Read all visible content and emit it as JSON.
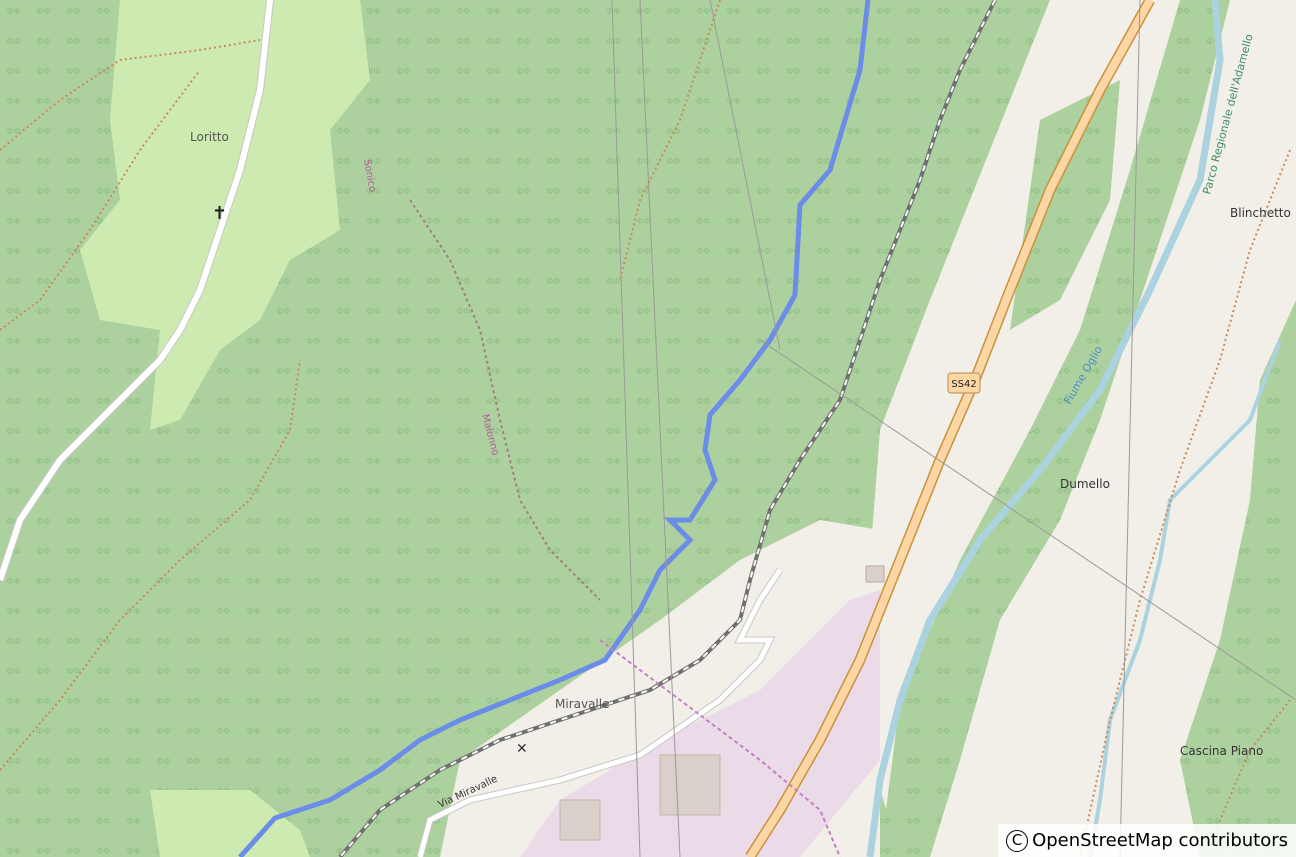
{
  "map": {
    "provider": "OpenStreetMap",
    "colors": {
      "forest": "#add19e",
      "meadow": "#cdebb0",
      "residential": "#f2efe9",
      "industrial": "#ebdbe8",
      "river": "#aad3df",
      "motorway_primary": "#fcd6a4",
      "waterway_blue_route": "#6b8ce8",
      "railway": "#707070",
      "path": "#c98a55"
    },
    "labels": {
      "loritto": "Loritto",
      "sonico": "Sonico",
      "malonno": "Malonno",
      "miravalle": "Miravalle",
      "via_miravalle": "Via Miravalle",
      "dumello": "Dumello",
      "cascina_piano": "Cascina Piano",
      "blinchetto": "Blinchetto",
      "fiume_oglio": "Fiume Oglio",
      "parco": "Parco Regionale dell'Adamello",
      "road_ref": "SS42"
    },
    "icons": {
      "cemetery": "cross-icon",
      "building": "building-icon",
      "level_crossing": "level-crossing-icon"
    }
  },
  "attribution": {
    "icon_glyph": "C",
    "text": "OpenStreetMap contributors"
  }
}
